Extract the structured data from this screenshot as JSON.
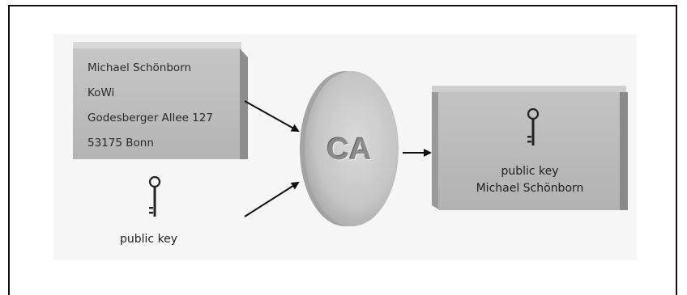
{
  "address_card": {
    "name": "Michael Schönborn",
    "org": "KoWi",
    "street": "Godesberger Allee 127",
    "city": "53175 Bonn"
  },
  "public_key_label": "public key",
  "ca_label": "CA",
  "certificate": {
    "line1": "public key",
    "line2": "Michael Schönborn"
  },
  "icons": [
    "key-icon",
    "arrow-icon"
  ],
  "colors": {
    "box_fill": "#bdbdbd",
    "disc_fill": "#c8c8c8",
    "ca_text": "#8a8a8a",
    "arrow": "#111111"
  }
}
